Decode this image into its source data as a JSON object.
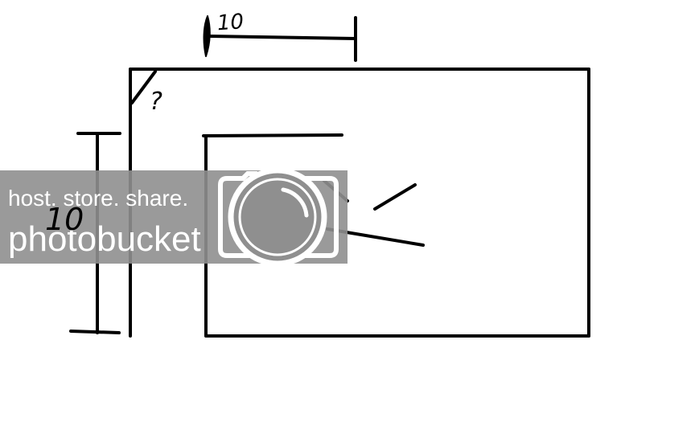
{
  "diagram": {
    "top_dimension_label": "10",
    "left_dimension_label": "10",
    "corner_unknown_label": "?"
  },
  "watermark": {
    "line1": "host. store. share.",
    "line2": "photobucket",
    "icon": "camera-icon",
    "background": "#8f8f8f",
    "text_color": "#ffffff"
  },
  "colors": {
    "ink": "#000000",
    "paper": "#ffffff"
  }
}
